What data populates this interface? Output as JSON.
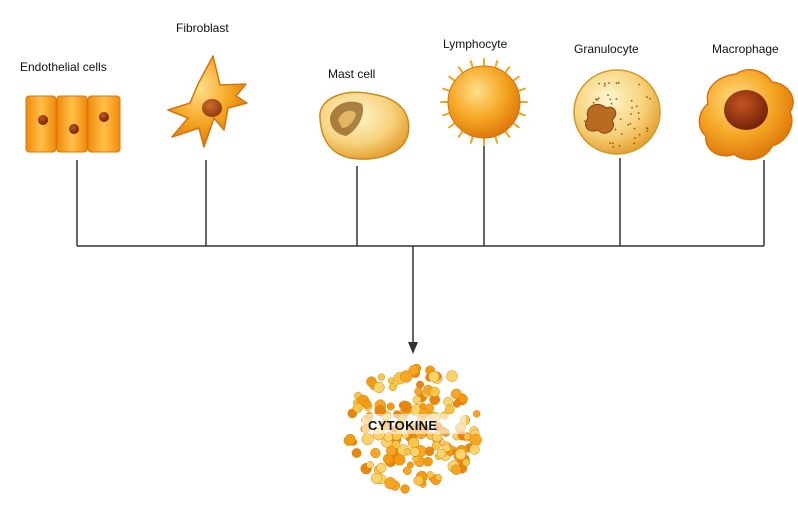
{
  "cells": [
    {
      "id": "endothelial",
      "label": "Endothelial cells"
    },
    {
      "id": "fibroblast",
      "label": "Fibroblast"
    },
    {
      "id": "mast",
      "label": "Mast cell"
    },
    {
      "id": "lymphocyte",
      "label": "Lymphocyte"
    },
    {
      "id": "granulocyte",
      "label": "Granulocyte"
    },
    {
      "id": "macrophage",
      "label": "Macrophage"
    }
  ],
  "target": {
    "label": "CYTOKINE"
  },
  "colors": {
    "cell_orange": "#f39c12",
    "cell_light": "#f8c55a",
    "nucleus": "#8b2a0e",
    "line": "#333333"
  }
}
